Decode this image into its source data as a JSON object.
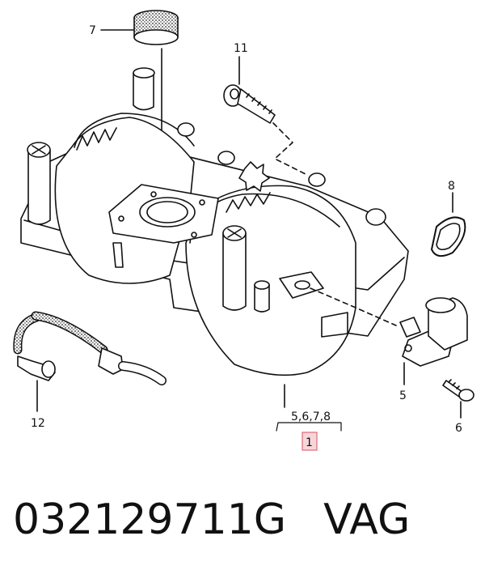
{
  "callouts": {
    "c7": "7",
    "c11": "11",
    "c8": "8",
    "c12": "12",
    "c5": "5",
    "c6": "6",
    "c5678": "5,6,7,8",
    "c1": "1"
  },
  "caption": {
    "part_number": "032129711G",
    "brand": "VAG"
  },
  "colors": {
    "highlight_fill": "#f7d6d9",
    "highlight_stroke": "#e06a7a",
    "line": "#111111"
  }
}
